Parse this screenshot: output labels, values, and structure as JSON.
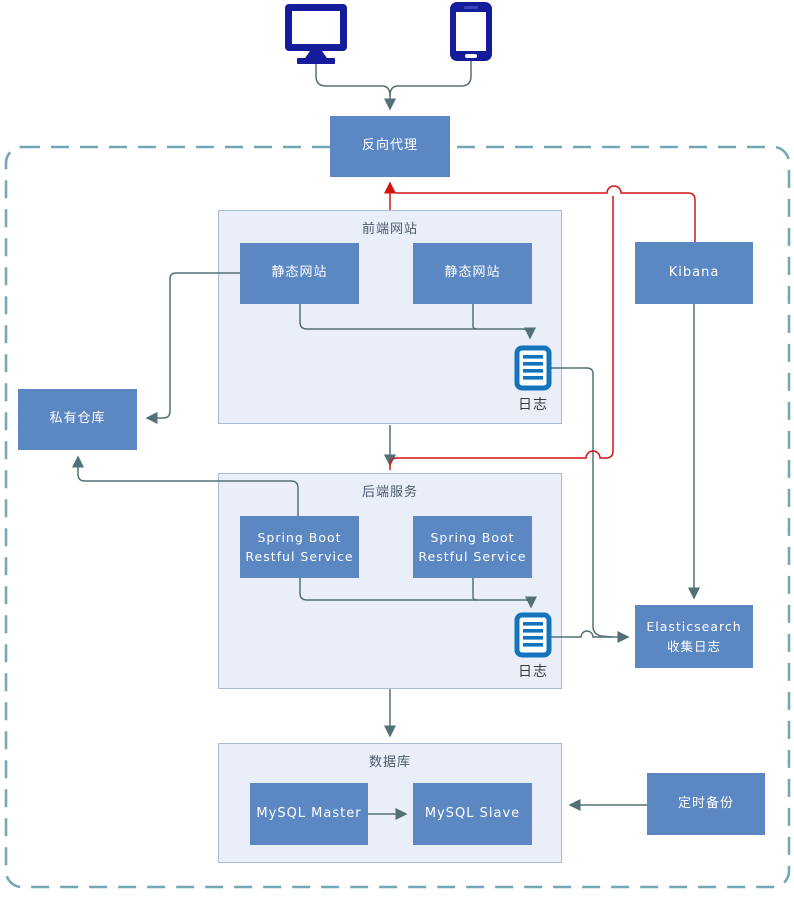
{
  "colors": {
    "node_fill": "#5b87c3",
    "node_text": "#ffffff",
    "section_fill": "#e9eef8",
    "section_border": "#a8bad4",
    "section_title_text": "#4a5a6c",
    "connector_gray": "#527076",
    "connector_red": "#d41414",
    "dashed_boundary": "#74a8b4",
    "client_icon_navy": "#141c9c",
    "log_icon_blue": "#1374bd",
    "log_label_text": "#3a3a3a"
  },
  "nodes": {
    "reverse_proxy": "反向代理",
    "static_site_1": "静态网站",
    "static_site_2": "静态网站",
    "kibana": "Kibana",
    "private_repo": "私有仓库",
    "spring_boot_1": {
      "line1": "Spring Boot",
      "line2": "Restful Service"
    },
    "spring_boot_2": {
      "line1": "Spring Boot",
      "line2": "Restful Service"
    },
    "elasticsearch": {
      "line1": "Elasticsearch",
      "line2": "收集日志"
    },
    "mysql_master": "MySQL Master",
    "mysql_slave": "MySQL Slave",
    "scheduled_backup": "定时备份"
  },
  "sections": {
    "frontend_title": "前端网站",
    "backend_title": "后端服务",
    "database_title": "数据库"
  },
  "labels": {
    "frontend_log": "日志",
    "backend_log": "日志"
  },
  "icons": {
    "desktop": "desktop-monitor-icon",
    "phone": "smartphone-icon",
    "frontend_log": "log-document-icon",
    "backend_log": "log-document-icon"
  }
}
